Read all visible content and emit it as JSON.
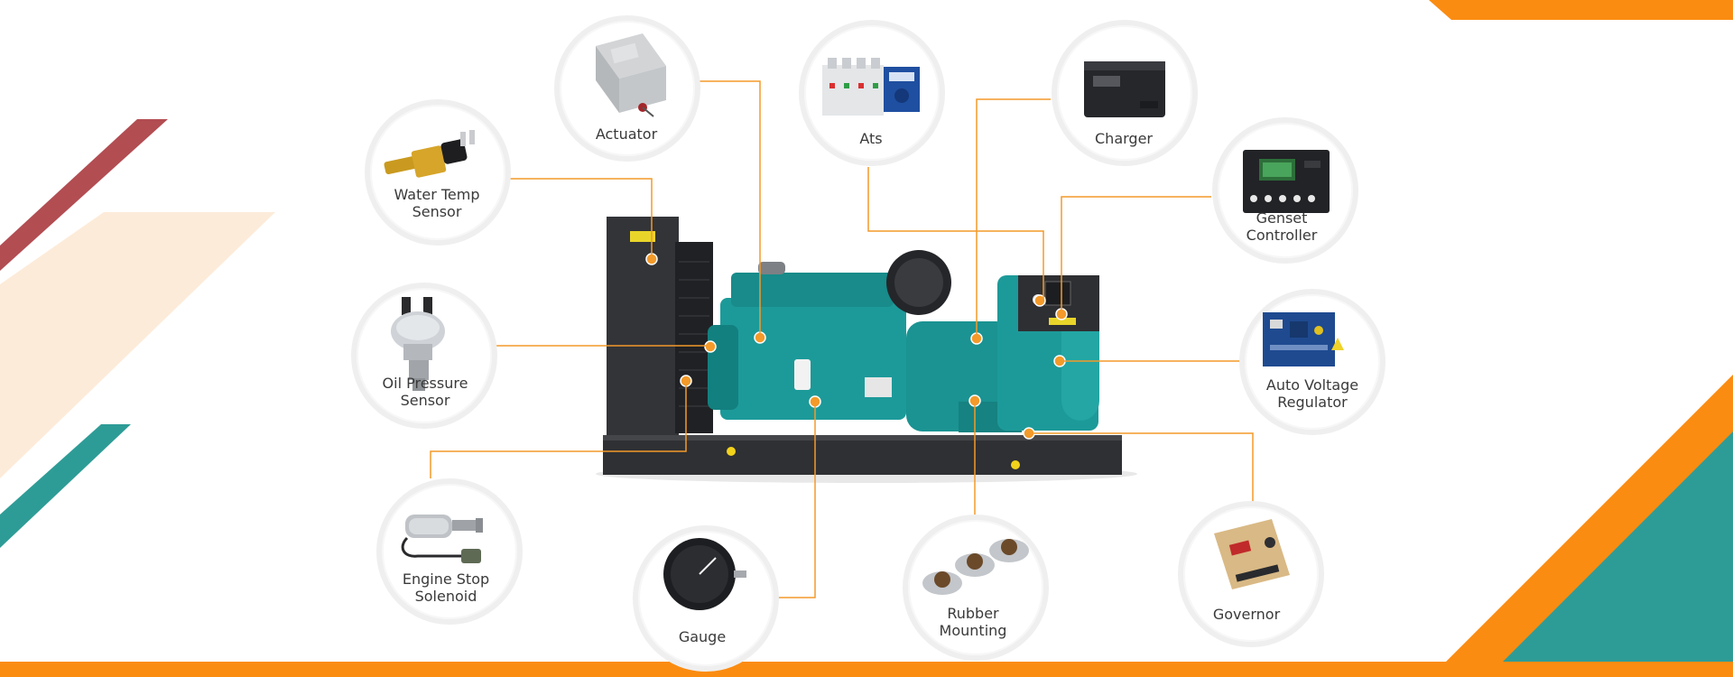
{
  "diagram": {
    "parts": [
      {
        "id": "actuator",
        "label_lines": [
          "Actuator"
        ],
        "icon": "actuator-icon"
      },
      {
        "id": "ats",
        "label_lines": [
          "Ats"
        ],
        "icon": "ats-switch-icon"
      },
      {
        "id": "charger",
        "label_lines": [
          "Charger"
        ],
        "icon": "charger-icon"
      },
      {
        "id": "water-temp-sensor",
        "label_lines": [
          "Water Temp",
          "Sensor"
        ],
        "icon": "water-temp-sensor-icon"
      },
      {
        "id": "genset-controller",
        "label_lines": [
          "Genset",
          "Controller"
        ],
        "icon": "genset-controller-icon"
      },
      {
        "id": "oil-pressure-sensor",
        "label_lines": [
          "Oil Pressure",
          "Sensor"
        ],
        "icon": "oil-pressure-sensor-icon"
      },
      {
        "id": "auto-voltage-regulator",
        "label_lines": [
          "Auto Voltage",
          "Regulator"
        ],
        "icon": "avr-board-icon"
      },
      {
        "id": "engine-stop-solenoid",
        "label_lines": [
          "Engine Stop",
          "Solenoid"
        ],
        "icon": "solenoid-icon"
      },
      {
        "id": "gauge",
        "label_lines": [
          "Gauge"
        ],
        "icon": "gauge-icon"
      },
      {
        "id": "rubber-mounting",
        "label_lines": [
          "Rubber",
          "Mounting"
        ],
        "icon": "rubber-mount-icon"
      },
      {
        "id": "governor",
        "label_lines": [
          "Governor"
        ],
        "icon": "governor-board-icon"
      }
    ],
    "colors": {
      "connector": "#f39a2a",
      "accent_orange": "#fb8c12",
      "accent_teal": "#2e9c96",
      "accent_red": "#b24d52",
      "accent_cream": "#fde7d2",
      "generator_teal": "#1c9a99",
      "frame_dark": "#2f3033"
    }
  }
}
